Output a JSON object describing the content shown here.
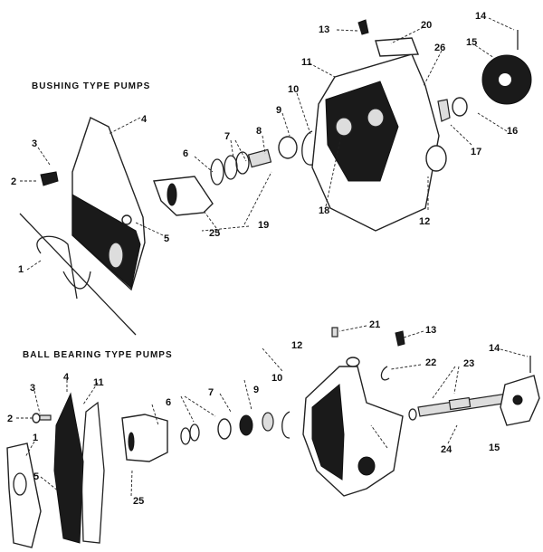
{
  "sections": {
    "bushing": {
      "title": "BUSHING TYPE PUMPS",
      "callouts": [
        "1",
        "2",
        "3",
        "4",
        "5",
        "6",
        "7",
        "8",
        "9",
        "10",
        "11",
        "12",
        "13",
        "14",
        "15",
        "16",
        "17",
        "18",
        "19",
        "20",
        "25",
        "26"
      ]
    },
    "ball_bearing": {
      "title": "BALL BEARING TYPE PUMPS",
      "callouts": [
        "1",
        "2",
        "3",
        "4",
        "5",
        "6",
        "7",
        "9",
        "10",
        "11",
        "12",
        "13",
        "14",
        "15",
        "21",
        "22",
        "23",
        "24",
        "25"
      ]
    }
  }
}
